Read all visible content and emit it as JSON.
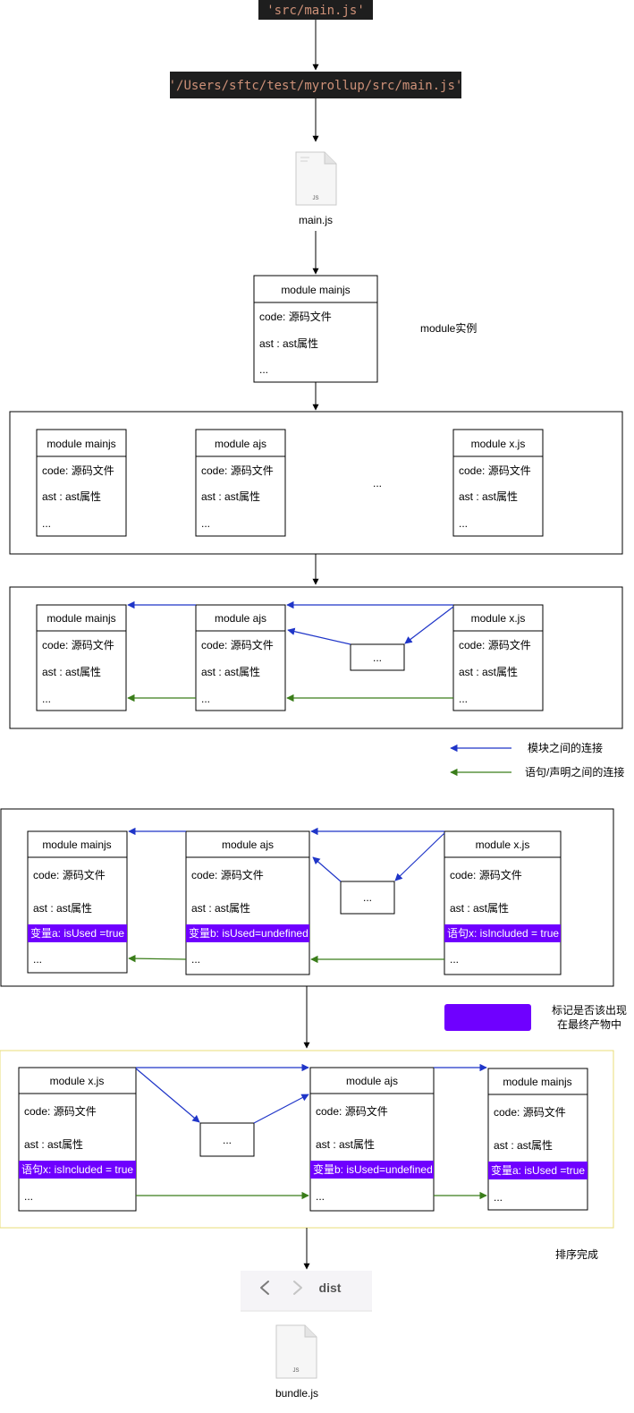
{
  "colors": {
    "blue_arrow": "#1f35c8",
    "green_arrow": "#3a7d1a",
    "purple_flag": "#6f00ff",
    "code_bg": "#1e1e1e",
    "code_text": "#ce9178",
    "final_box_border": "#e8dc7a"
  },
  "steps": {
    "relative_path": "'src/main.js'",
    "absolute_path": "'/Users/sftc/test/myrollup/src/main.js'",
    "file_name": "main.js",
    "file_icon_label": "JS",
    "module_instance_note": "module实例"
  },
  "single_module": {
    "title": "module  mainjs",
    "rows": [
      "code: 源码文件",
      "ast : ast属性",
      "..."
    ]
  },
  "graph1": {
    "modules": [
      {
        "title": "module  mainjs",
        "rows": [
          "code: 源码文件",
          "ast : ast属性",
          "..."
        ]
      },
      {
        "title": "module  ajs",
        "rows": [
          "code: 源码文件",
          "ast : ast属性",
          "..."
        ]
      },
      {
        "title": "module  x.js",
        "rows": [
          "code: 源码文件",
          "ast : ast属性",
          "..."
        ]
      }
    ],
    "ellipsis": "..."
  },
  "graph2": {
    "modules": [
      {
        "title": "module  mainjs",
        "rows": [
          "code: 源码文件",
          "ast : ast属性",
          "..."
        ]
      },
      {
        "title": "module  ajs",
        "rows": [
          "code: 源码文件",
          "ast : ast属性",
          "..."
        ]
      },
      {
        "title": "module  x.js",
        "rows": [
          "code: 源码文件",
          "ast : ast属性",
          "..."
        ]
      }
    ],
    "middle_box": "..."
  },
  "legend": {
    "module_link": "模块之间的连接",
    "statement_link": "语句/声明之间的连接",
    "flag_note_line1": "标记是否该出现",
    "flag_note_line2": "在最终产物中"
  },
  "graph3": {
    "modules": [
      {
        "title": "module  mainjs",
        "rows": [
          "code: 源码文件",
          "ast : ast属性"
        ],
        "flag": "变量a: isUsed =true",
        "last": "..."
      },
      {
        "title": "module  ajs",
        "rows": [
          "code: 源码文件",
          "ast : ast属性"
        ],
        "flag": "变量b: isUsed=undefined",
        "last": "..."
      },
      {
        "title": "module  x.js",
        "rows": [
          "code: 源码文件",
          "ast : ast属性"
        ],
        "flag": "语句x: isIncluded = true",
        "last": "..."
      }
    ],
    "middle_box": "..."
  },
  "graph4": {
    "modules": [
      {
        "title": "module  x.js",
        "rows": [
          "code: 源码文件",
          "ast : ast属性"
        ],
        "flag": "语句x: isIncluded = true",
        "last": "..."
      },
      {
        "title": "module  ajs",
        "rows": [
          "code: 源码文件",
          "ast : ast属性"
        ],
        "flag": "变量b: isUsed=undefined",
        "last": "..."
      },
      {
        "title": "module  mainjs",
        "rows": [
          "code: 源码文件",
          "ast : ast属性"
        ],
        "flag": "变量a: isUsed =true",
        "last": "..."
      }
    ],
    "middle_box": "...",
    "sorted_note": "排序完成"
  },
  "output": {
    "back_icon": "chevron-left-icon",
    "forward_icon": "chevron-right-icon",
    "folder_label": "dist",
    "file_icon_label": "JS",
    "file_name": "bundle.js"
  }
}
